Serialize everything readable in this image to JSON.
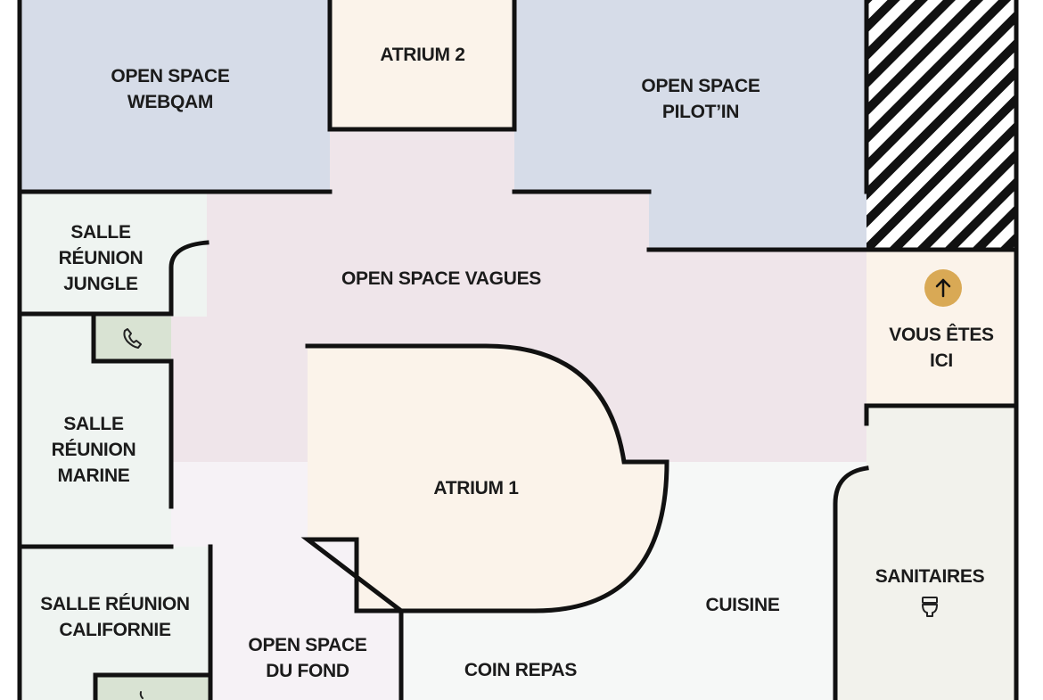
{
  "colors": {
    "blue_zone": "#d6dce8",
    "pink_zone": "#efe5ea",
    "cream_zone": "#fbf3ea",
    "mint_zone": "#eff4f1",
    "phone_booth": "#d9e3d3",
    "lilac_zone": "#f6f2f6",
    "kitchen_zone": "#f6f8f7",
    "sanitary_zone": "#f2f2ec",
    "wall": "#111111",
    "marker": "#d9a955"
  },
  "rooms": {
    "open_space_webqam": [
      "OPEN SPACE",
      "WEBQAM"
    ],
    "atrium_2": [
      "ATRIUM 2"
    ],
    "open_space_pilotin": [
      "OPEN SPACE",
      "PILOT’IN"
    ],
    "salle_jungle": [
      "SALLE",
      "RÉUNION",
      "JUNGLE"
    ],
    "open_space_vagues": [
      "OPEN SPACE VAGUES"
    ],
    "vous_etes_ici": [
      "VOUS ÊTES",
      "ICI"
    ],
    "salle_marine": [
      "SALLE",
      "RÉUNION",
      "MARINE"
    ],
    "atrium_1": [
      "ATRIUM 1"
    ],
    "sanitaires": [
      "SANITAIRES"
    ],
    "salle_californie": [
      "SALLE RÉUNION",
      "CALIFORNIE"
    ],
    "cuisine": [
      "CUISINE"
    ],
    "open_space_du_fond": [
      "OPEN SPACE",
      "DU FOND"
    ],
    "coin_repas": [
      "COIN REPAS"
    ]
  },
  "icons": {
    "marker": "arrow-up-icon",
    "phone": "phone-icon",
    "toilet": "toilet-icon"
  }
}
